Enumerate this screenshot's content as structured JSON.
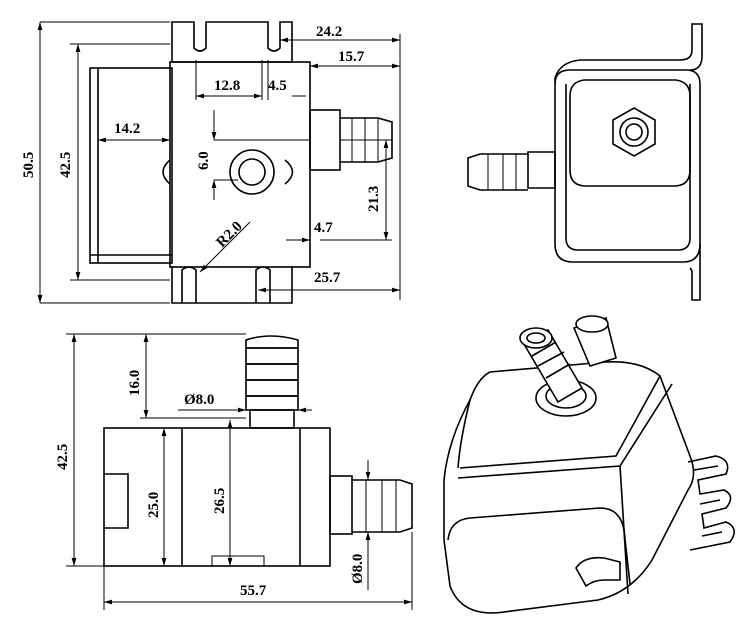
{
  "drawing": {
    "front_view": {
      "overall_height": "50.5",
      "body_height": "42.5",
      "depth": "14.2",
      "slot_spacing": "12.8",
      "slot_width": "4.5",
      "hole_diameter": "6.0",
      "corner_radius": "R2.0",
      "top_width": "24.2",
      "outlet_offset": "15.7",
      "outlet_height": "21.3",
      "outlet_offset_small": "4.7",
      "bottom_width": "25.7"
    },
    "side_view": {
      "total_height": "42.5",
      "inlet_length": "16.0",
      "tube_diameter_top": "Ø8.0",
      "body_height": "25.0",
      "motor_height": "26.5",
      "tube_diameter_side": "Ø8.0",
      "total_width": "55.7"
    }
  }
}
